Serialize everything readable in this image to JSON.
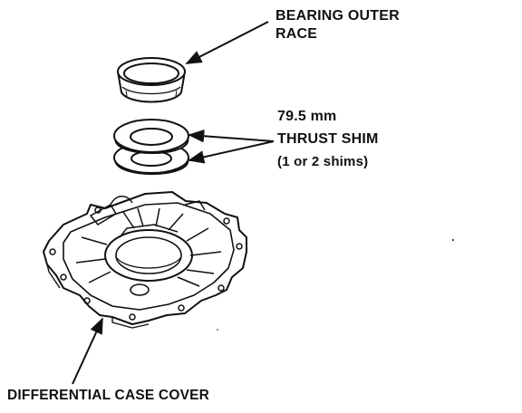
{
  "labels": {
    "bearing_outer_race": {
      "line1": "BEARING OUTER",
      "line2": "RACE"
    },
    "thrust_shim": {
      "size": "79.5 mm",
      "name": "THRUST SHIM",
      "count": "(1 or 2 shims)"
    },
    "differential_case_cover": "DIFFERENTIAL CASE COVER"
  },
  "colors": {
    "ink": "#111111",
    "background": "#ffffff"
  }
}
